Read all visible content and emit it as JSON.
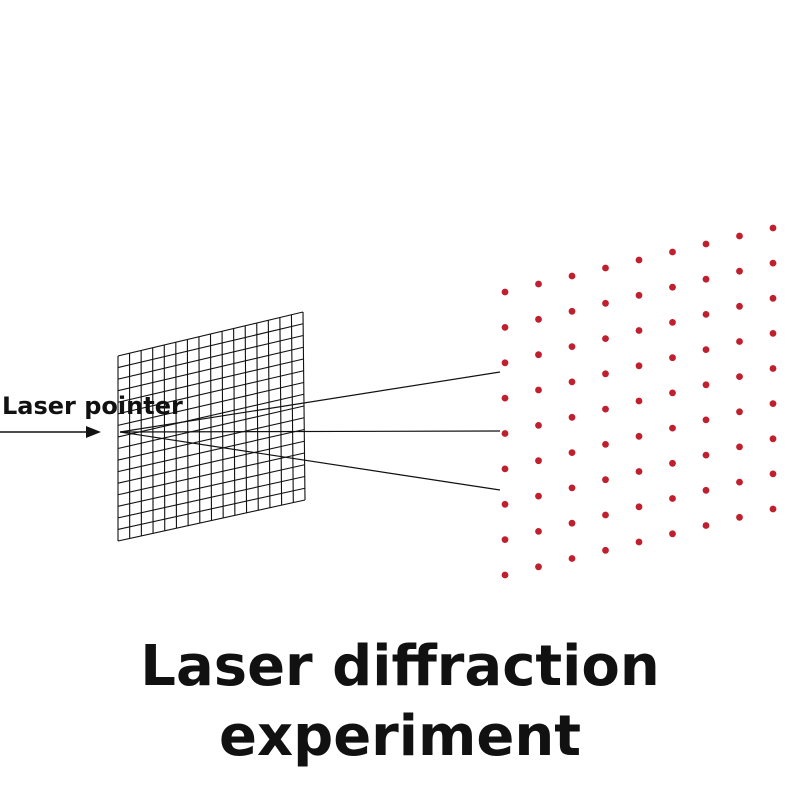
{
  "diagram": {
    "laser_label": "Laser pointer",
    "title_line1": "Laser diffraction",
    "title_line2": "experiment"
  },
  "colors": {
    "ink": "#111111",
    "dot": "#c0202e",
    "background": "#ffffff"
  },
  "icons": {
    "arrow": "arrowhead-icon"
  }
}
